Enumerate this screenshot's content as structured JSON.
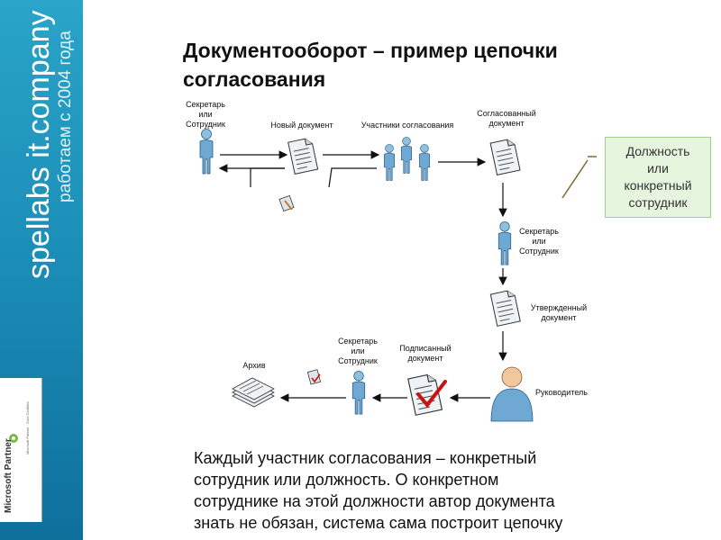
{
  "sidebar": {
    "brand": "spellabs it.company",
    "since": "работаем с 2004 года",
    "partner": {
      "name": "Microsoft Partner",
      "small_text": "Microsoft Partner · Gold Certified"
    }
  },
  "title": {
    "line1": "Документооборот – пример цепочки",
    "line2": "согласования"
  },
  "note": {
    "line1": "Должность",
    "line2": "или",
    "line3": "конкретный",
    "line4": "сотрудник"
  },
  "diagram": {
    "secretary_top": [
      "Секретарь",
      "или",
      "Сотрудник"
    ],
    "new_document": "Новый документ",
    "participants": "Участники согласования",
    "agreed_document": [
      "Согласованный",
      "документ"
    ],
    "secretary_right": [
      "Секретарь",
      "или",
      "Сотрудник"
    ],
    "approved_document": [
      "Утвержденный",
      "документ"
    ],
    "manager": "Руководитель",
    "signed_document": [
      "Подписанный",
      "документ"
    ],
    "secretary_bottom": [
      "Секретарь",
      "или",
      "Сотрудник"
    ],
    "archive": "Архив"
  },
  "body_text": {
    "line1": "Каждый участник согласования – конкретный",
    "line2": "сотрудник или должность.  О конкретном",
    "line3": "сотруднике на этой должности автор документа",
    "line4": "знать не обязан, система сама построит цепочку"
  },
  "colors": {
    "sidebar": "#1b8fb8",
    "person": "#7fb8dc",
    "note_bg": "#e5f5de",
    "checkmark": "#cc1111"
  }
}
